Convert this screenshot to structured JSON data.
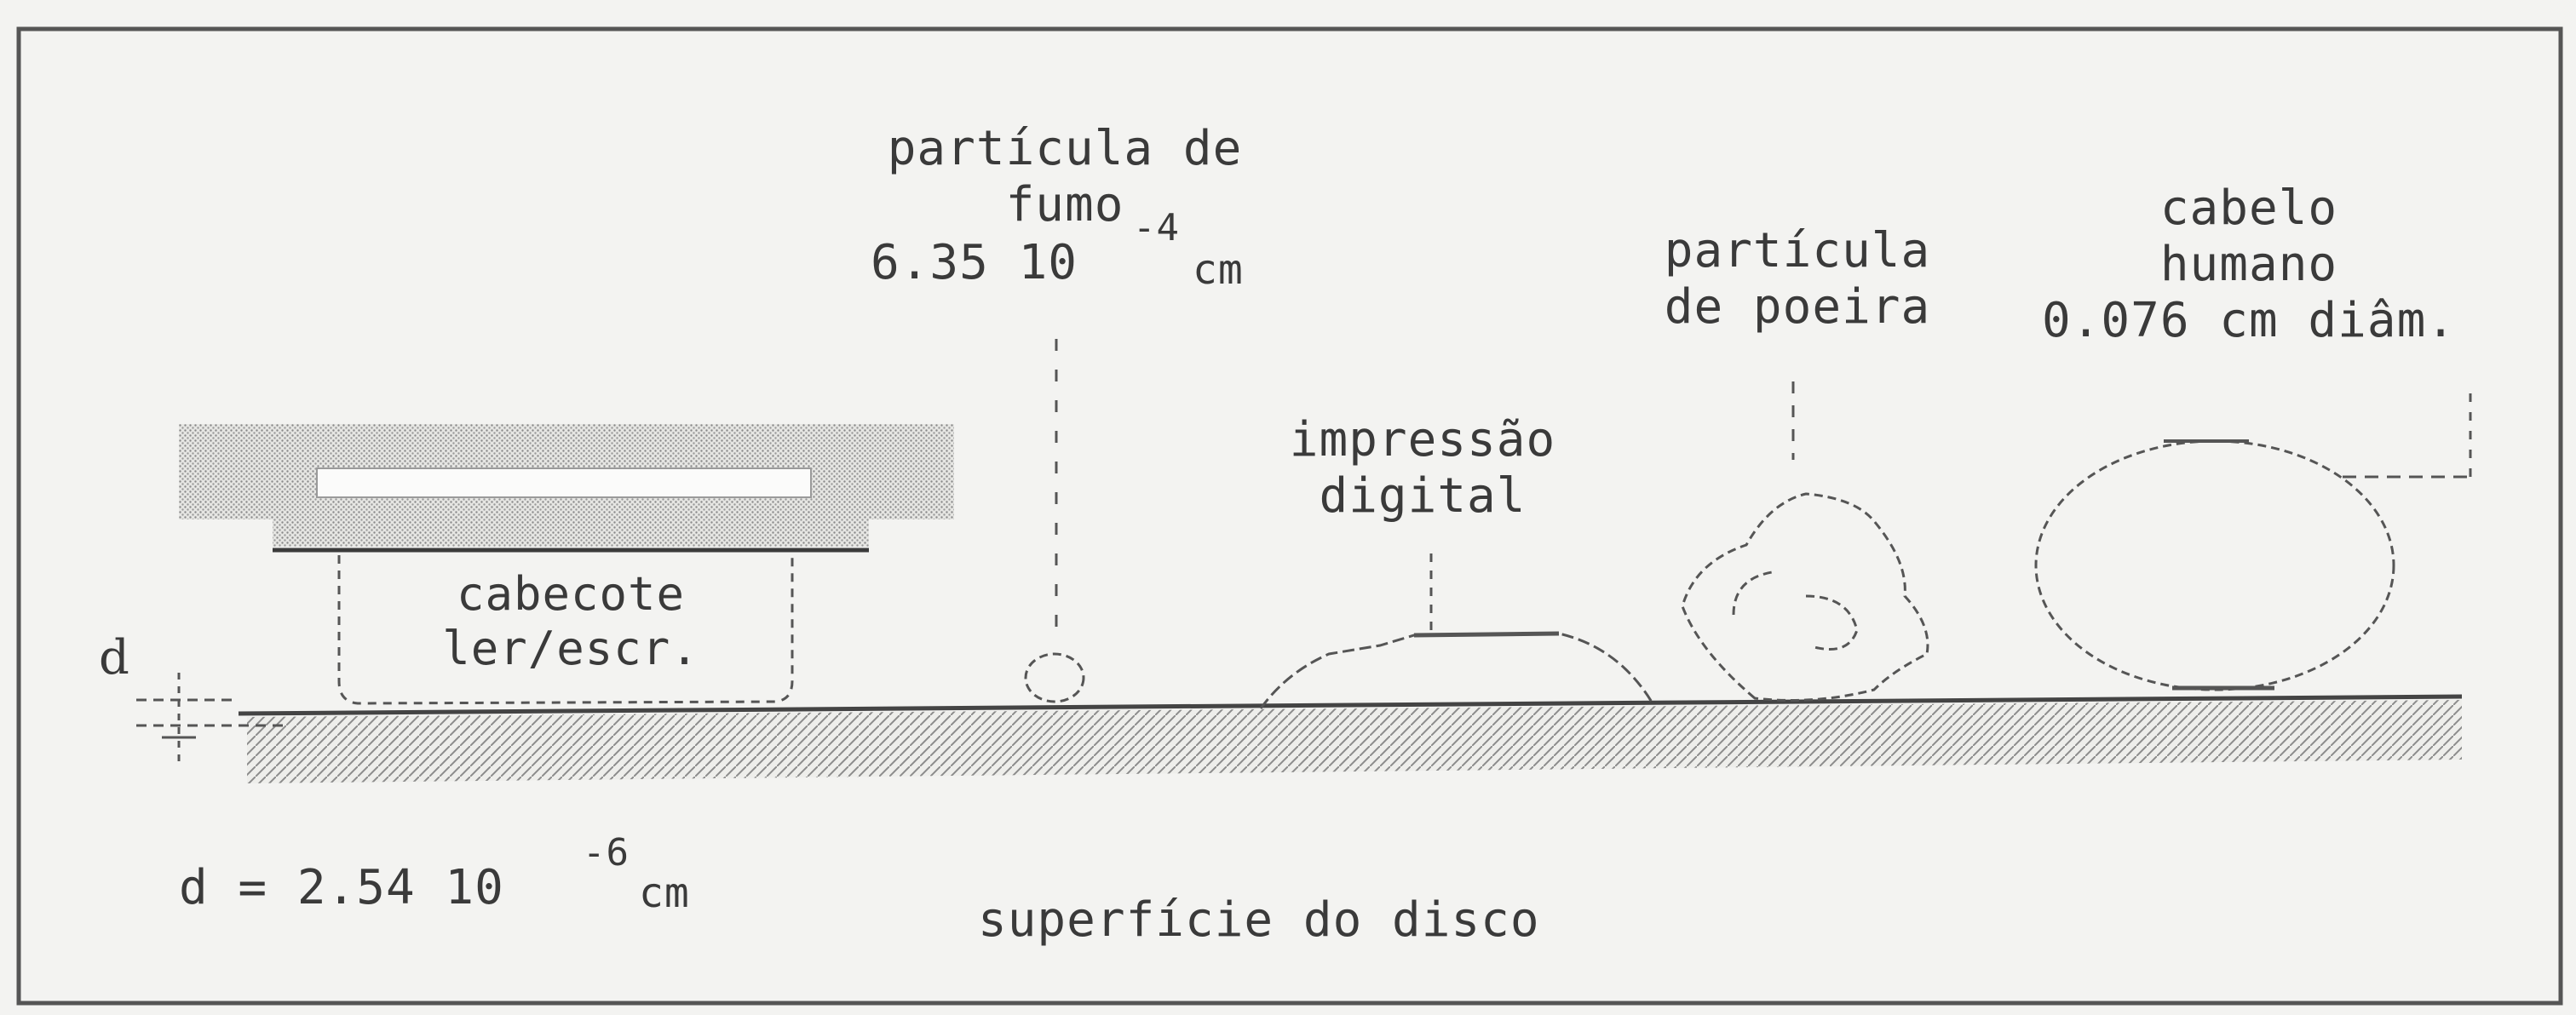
{
  "labels": {
    "smoke_line1": "partícula de",
    "smoke_line2": "fumo",
    "smoke_size": "6.35 10",
    "smoke_exp": "-4",
    "smoke_unit": "cm",
    "dust_line1": "partícula",
    "dust_line2": "de poeira",
    "hair_line1": "cabelo",
    "hair_line2": "humano",
    "hair_size": "0.076 cm diâm.",
    "finger_line1": "impressão",
    "finger_line2": "digital",
    "head_line1": "cabecote",
    "head_line2": "ler/escr.",
    "d_marker": "d",
    "d_value": "d = 2.54 10",
    "d_exp": "-6",
    "d_unit": "cm",
    "surface": "superfície do disco"
  },
  "colors": {
    "ink": "#3a3a3a",
    "paper": "#f3f3f1",
    "texture": "#9a9a9a"
  }
}
